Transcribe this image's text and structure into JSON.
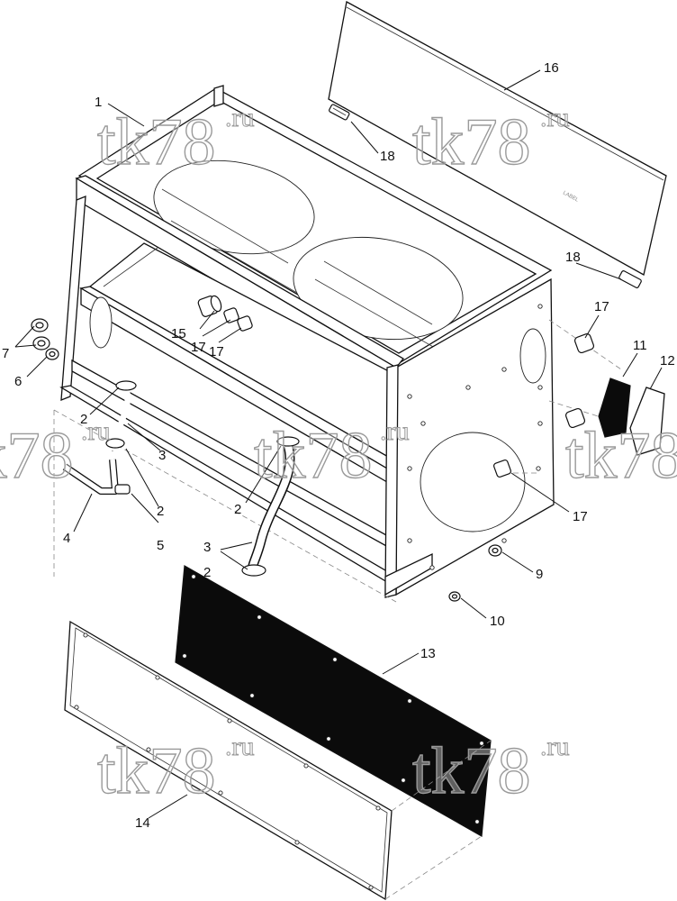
{
  "callouts": [
    "1",
    "2",
    "3",
    "4",
    "5",
    "6",
    "7",
    "9",
    "10",
    "11",
    "12",
    "13",
    "14",
    "15",
    "16",
    "17",
    "18"
  ],
  "watermark": {
    "main": "tk78",
    "suffix": ".ru"
  },
  "panel_label": "LABEL"
}
